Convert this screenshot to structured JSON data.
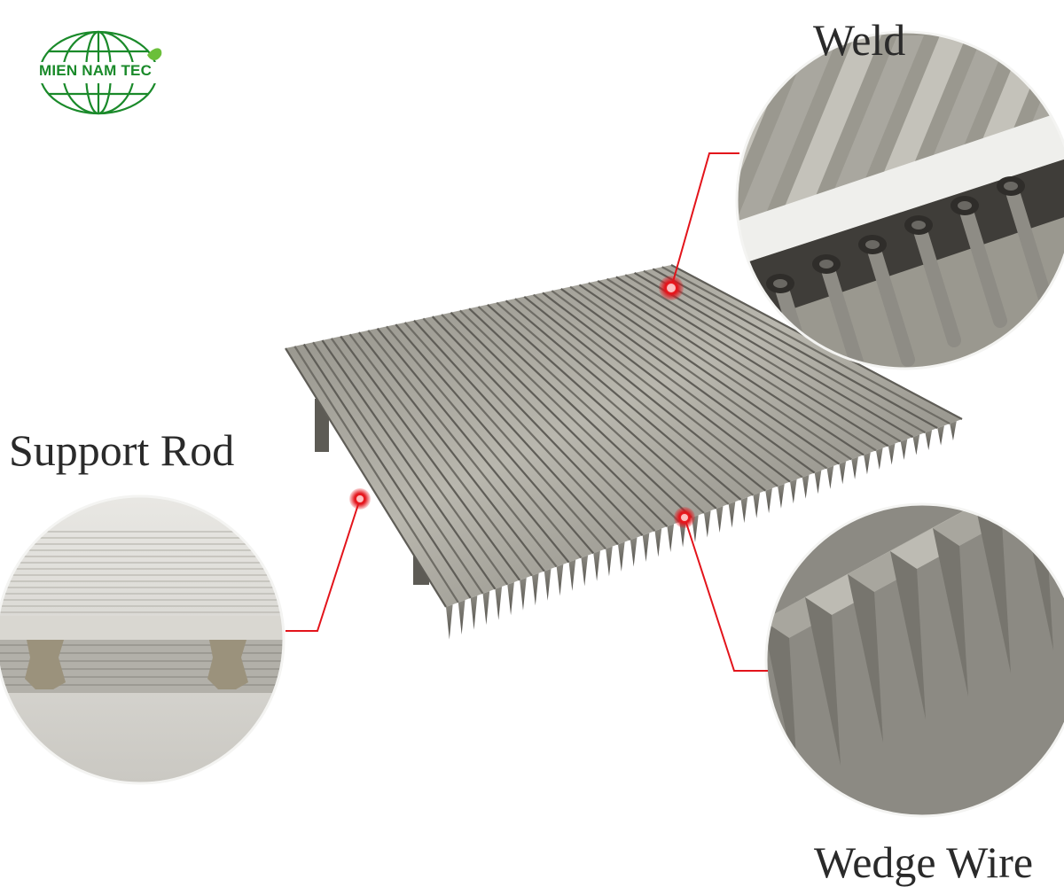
{
  "logo": {
    "text": "MIEN NAM TEC",
    "color": "#1a8a2a",
    "leaf_color": "#6bbf3a"
  },
  "callouts": {
    "weld": "Weld",
    "support_rod": "Support Rod",
    "wedge_wire": "Wedge Wire"
  },
  "colors": {
    "pointer": "#e3141b",
    "steel_light": "#b7b5ad",
    "steel_dark": "#6f6d66",
    "zoom_bg": "#d8d6d0"
  }
}
